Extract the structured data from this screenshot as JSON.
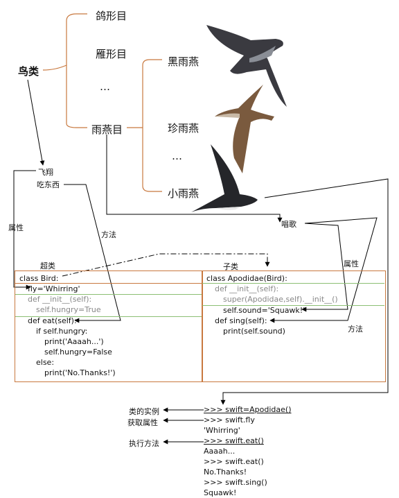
{
  "taxonomy": {
    "root": "鸟类",
    "orders": [
      "鸽形目",
      "雁形目",
      "…",
      "雨燕目"
    ],
    "species": [
      "黑雨燕",
      "珍雨燕",
      "…",
      "小雨燕"
    ]
  },
  "labels": {
    "fly_line1": "飞翔",
    "fly_line2": "吃东西",
    "attribute_left": "属性",
    "method_left": "方法",
    "sing": "唱歌",
    "attribute_right": "属性",
    "method_right": "方法",
    "superclass": "超类",
    "subclass": "子类"
  },
  "bird_code": [
    "class Bird:",
    "fly='Whirring'",
    "def __init__(self):",
    "self.hungry=True",
    "def eat(self):",
    "if self.hungry:",
    "print('Aaaah...')",
    "self.hungry=False",
    "else:",
    "print('No.Thanks!')"
  ],
  "apodidae_code": [
    "class Apodidae(Bird):",
    "def __init__(self):",
    "super(Apodidae,self).__init__()",
    "self.sound='Squawk!'",
    "def sing(self):",
    "print(self.sound)"
  ],
  "console": [
    ">>> swift=Apodidae()",
    ">>> swift.fly",
    "'Whirring'",
    ">>> swift.eat()",
    "Aaaah...",
    ">>> swift.eat()",
    "No.Thanks!",
    ">>> swift.sing()",
    "Squawk!"
  ],
  "annotations": {
    "instance": "类的实例",
    "get_attr": "获取属性",
    "exec_method": "执行方法"
  },
  "colors": {
    "bracket": "#c8783e",
    "box_border": "#c8783e",
    "green_rule": "#8bbf73",
    "arrow": "#000000"
  }
}
